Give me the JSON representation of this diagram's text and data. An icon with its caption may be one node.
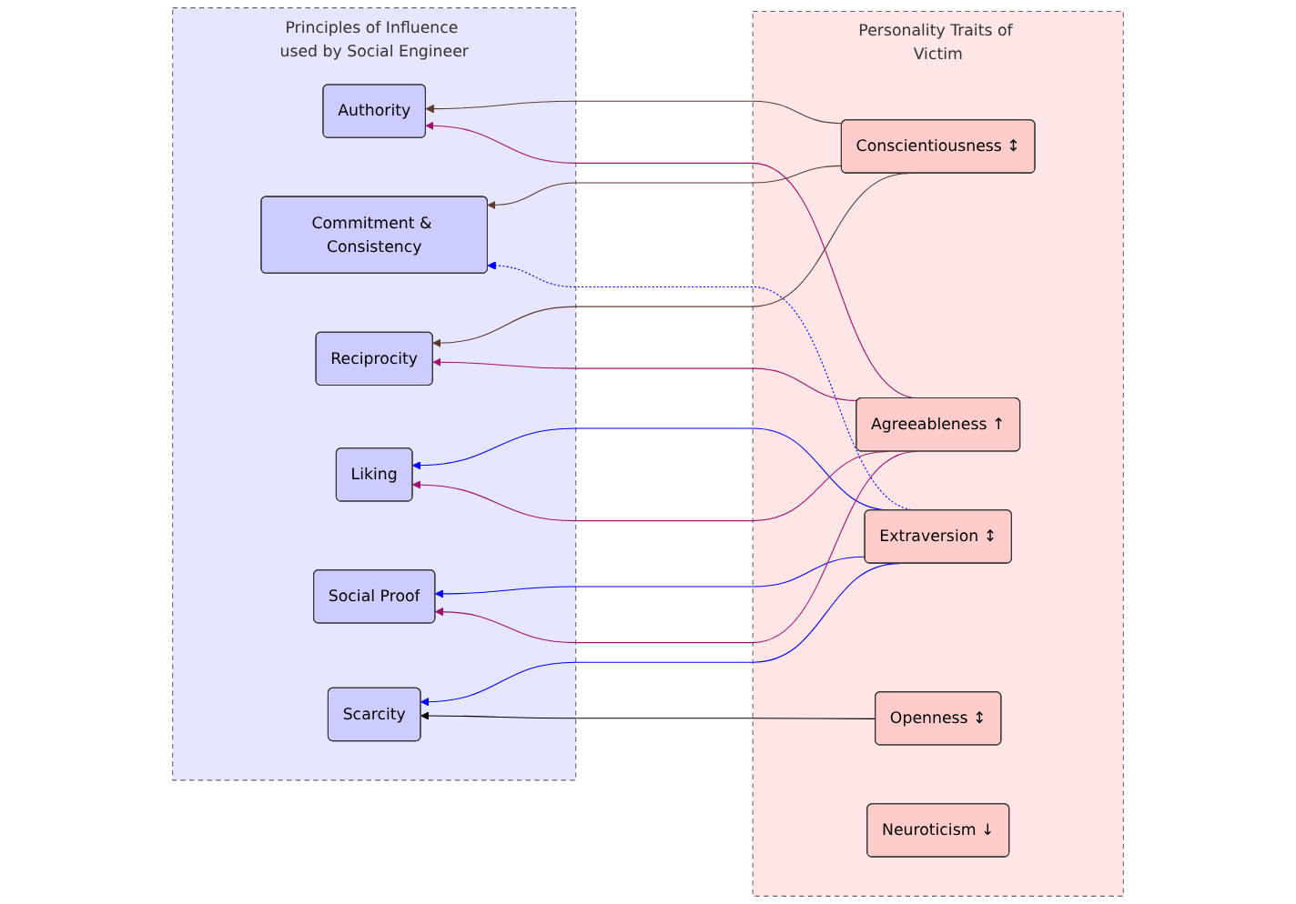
{
  "diagram": {
    "nodes": [
      {
        "text": [
          "Principles of Influence used by Social Engineer"
        ]
      },
      {
        "text": [
          "Authority"
        ],
        "in": 0
      },
      {
        "text": [
          "Commitment & Consistency"
        ],
        "in": 0
      },
      {
        "text": [
          "Reciprocity"
        ],
        "in": 0
      },
      {
        "text": [
          "Liking"
        ],
        "in": 0
      },
      {
        "text": [
          "Social Proof"
        ],
        "in": 0
      },
      {
        "text": [
          "Scarcity"
        ],
        "in": 0
      },
      {
        "text": [
          "Personality Traits of Victim"
        ]
      },
      {
        "text": [
          "Conscientiousness",
          "↕"
        ],
        "in": 7
      },
      {
        "text": [
          "Extraversion",
          "↕"
        ],
        "in": 7
      },
      {
        "text": [
          "Agreeableness",
          "↑"
        ],
        "in": 7
      },
      {
        "text": [
          "Openness",
          "↕"
        ],
        "in": 7
      },
      {
        "text": [
          "Neuroticism",
          "↓"
        ],
        "in": 7
      }
    ],
    "edges": [
      {
        "from": 8,
        "to": 1,
        "arrow": "to",
        "color": "#5b3a32"
      },
      {
        "from": 8,
        "to": 2,
        "arrow": "to",
        "color": "#5b3a32"
      },
      {
        "from": 8,
        "to": 3,
        "arrow": "to",
        "color": "#5b3a32"
      },
      {
        "from": 9,
        "to": 2,
        "arrow": "to",
        "style": "dashed",
        "color": "#0000ff"
      },
      {
        "from": 9,
        "to": 4,
        "arrow": "to",
        "color": "#0000ff"
      },
      {
        "from": 9,
        "to": 5,
        "arrow": "to",
        "color": "#0000ff"
      },
      {
        "from": 9,
        "to": 6,
        "arrow": "to",
        "color": "#0000ff"
      },
      {
        "from": 10,
        "to": 1,
        "arrow": "to",
        "color": "#a0106e"
      },
      {
        "from": 10,
        "to": 3,
        "arrow": "to",
        "color": "#a0106e"
      },
      {
        "from": 10,
        "to": 4,
        "arrow": "to",
        "color": "#a0106e"
      },
      {
        "from": 10,
        "to": 5,
        "arrow": "to",
        "color": "#a0106e"
      },
      {
        "from": 11,
        "to": 6,
        "arrow": "to",
        "color": "#000000"
      }
    ]
  }
}
